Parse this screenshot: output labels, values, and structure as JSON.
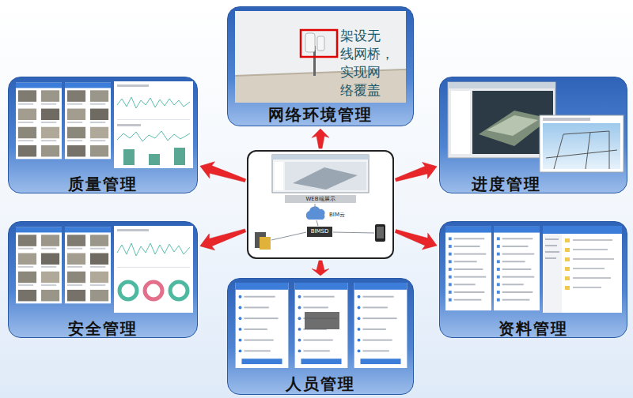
{
  "diagram": {
    "nodes": [
      {
        "text": [
          "架设无 线网桥， 实现网 络覆盖",
          "网络环境管理"
        ]
      },
      {
        "text": [
          "质量管理"
        ]
      },
      {
        "text": [
          "进度管理"
        ]
      },
      {
        "text": [
          "WEB端展示",
          "BIM云",
          "BIMSD"
        ]
      },
      {
        "text": [
          "安全管理"
        ]
      },
      {
        "text": [
          "资料管理"
        ]
      },
      {
        "text": [
          "人员管理"
        ]
      }
    ],
    "edges": [
      {
        "from": 3,
        "to": 0,
        "arrow": "to"
      },
      {
        "from": 3,
        "to": 1,
        "arrow": "to"
      },
      {
        "from": 3,
        "to": 2,
        "arrow": "to"
      },
      {
        "from": 3,
        "to": 4,
        "arrow": "to"
      },
      {
        "from": 3,
        "to": 5,
        "arrow": "to"
      },
      {
        "from": 3,
        "to": 6,
        "arrow": "to"
      }
    ]
  }
}
